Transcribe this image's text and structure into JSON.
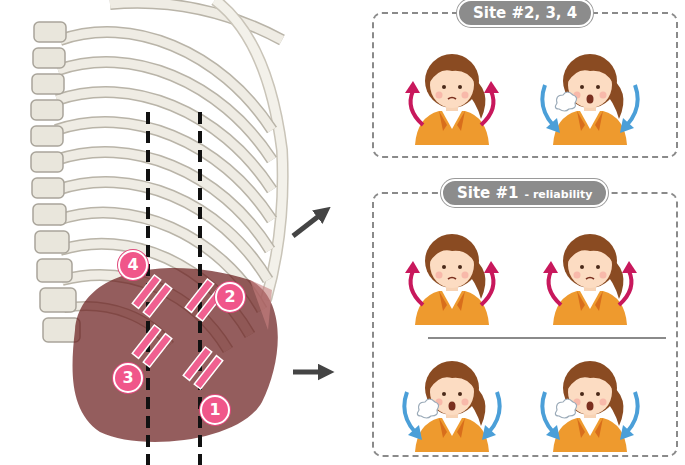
{
  "diagram": {
    "nodes": [
      {
        "text": [
          "Site #2, 3, 4"
        ]
      },
      {
        "text": [
          "Site #1",
          "- reliability"
        ]
      }
    ],
    "labels": [
      "4",
      "2",
      "3",
      "1"
    ]
  }
}
